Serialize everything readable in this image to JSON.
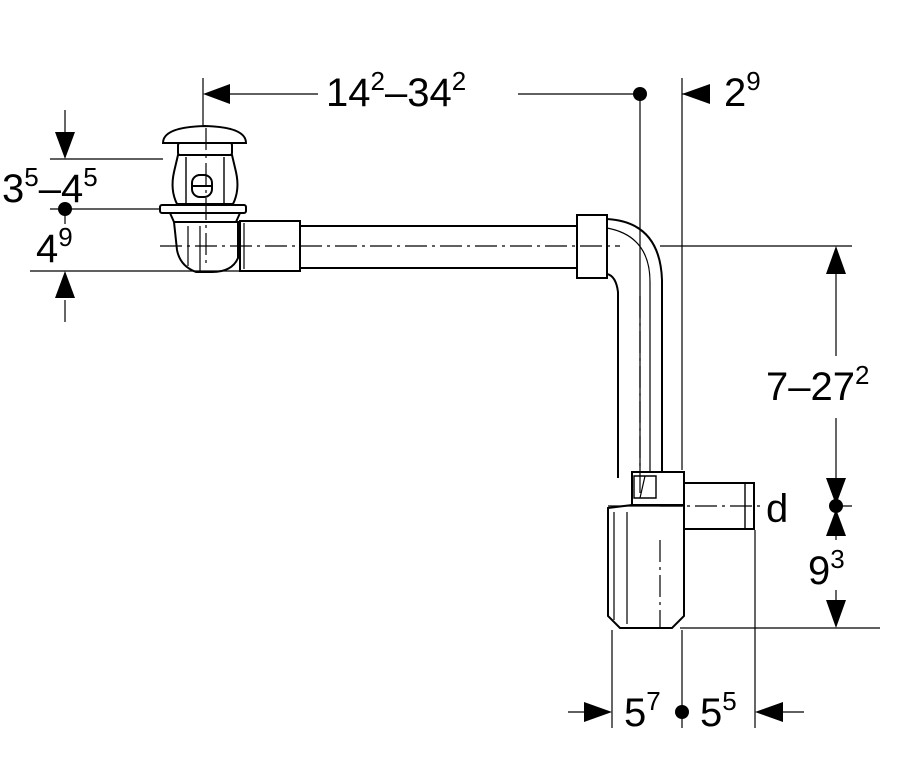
{
  "dimensions": {
    "horizontal_pipe_length": {
      "base1": "14",
      "sup1": "2",
      "sep": "–",
      "base2": "34",
      "sup2": "2"
    },
    "pipe_offset": {
      "base": "2",
      "sup": "9"
    },
    "plug_height": {
      "base1": "3",
      "sup1": "5",
      "sep": "–",
      "base2": "4",
      "sup2": "5"
    },
    "plug_to_axis": {
      "base": "4",
      "sup": "9"
    },
    "vertical_length": {
      "base1": "7",
      "sep": "–",
      "base2": "27",
      "sup2": "2"
    },
    "outlet_diameter": "d",
    "trap_height": {
      "base": "9",
      "sup": "3"
    },
    "trap_left_width": {
      "base": "5",
      "sup": "7"
    },
    "trap_right_width": {
      "base": "5",
      "sup": "5"
    }
  }
}
